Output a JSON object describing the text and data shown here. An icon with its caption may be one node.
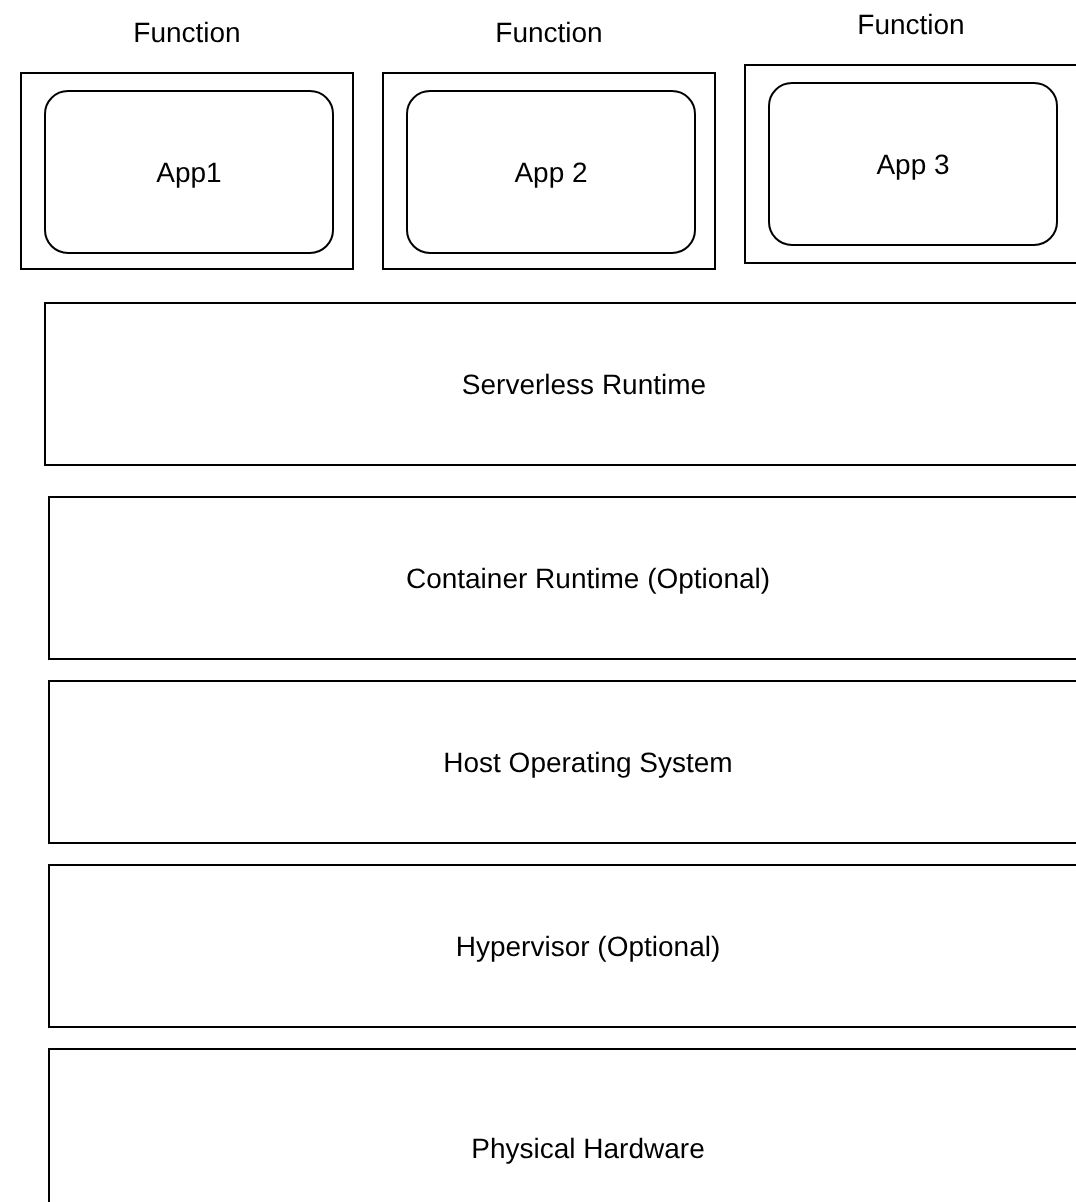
{
  "diagram": {
    "nodes": [
      {
        "text": [
          "Function"
        ]
      },
      {
        "text": [
          "App1"
        ],
        "in": 0
      },
      {
        "text": [
          "Function"
        ]
      },
      {
        "text": [
          "App 2"
        ],
        "in": 2
      },
      {
        "text": [
          "Function"
        ]
      },
      {
        "text": [
          "App 3"
        ],
        "in": 4
      },
      {
        "text": [
          "Serverless Runtime"
        ]
      },
      {
        "text": [
          "Container Runtime (Optional)"
        ]
      },
      {
        "text": [
          "Host Operating System"
        ]
      },
      {
        "text": [
          "Hypervisor (Optional)"
        ]
      },
      {
        "text": [
          "Physical Hardware"
        ]
      }
    ]
  }
}
